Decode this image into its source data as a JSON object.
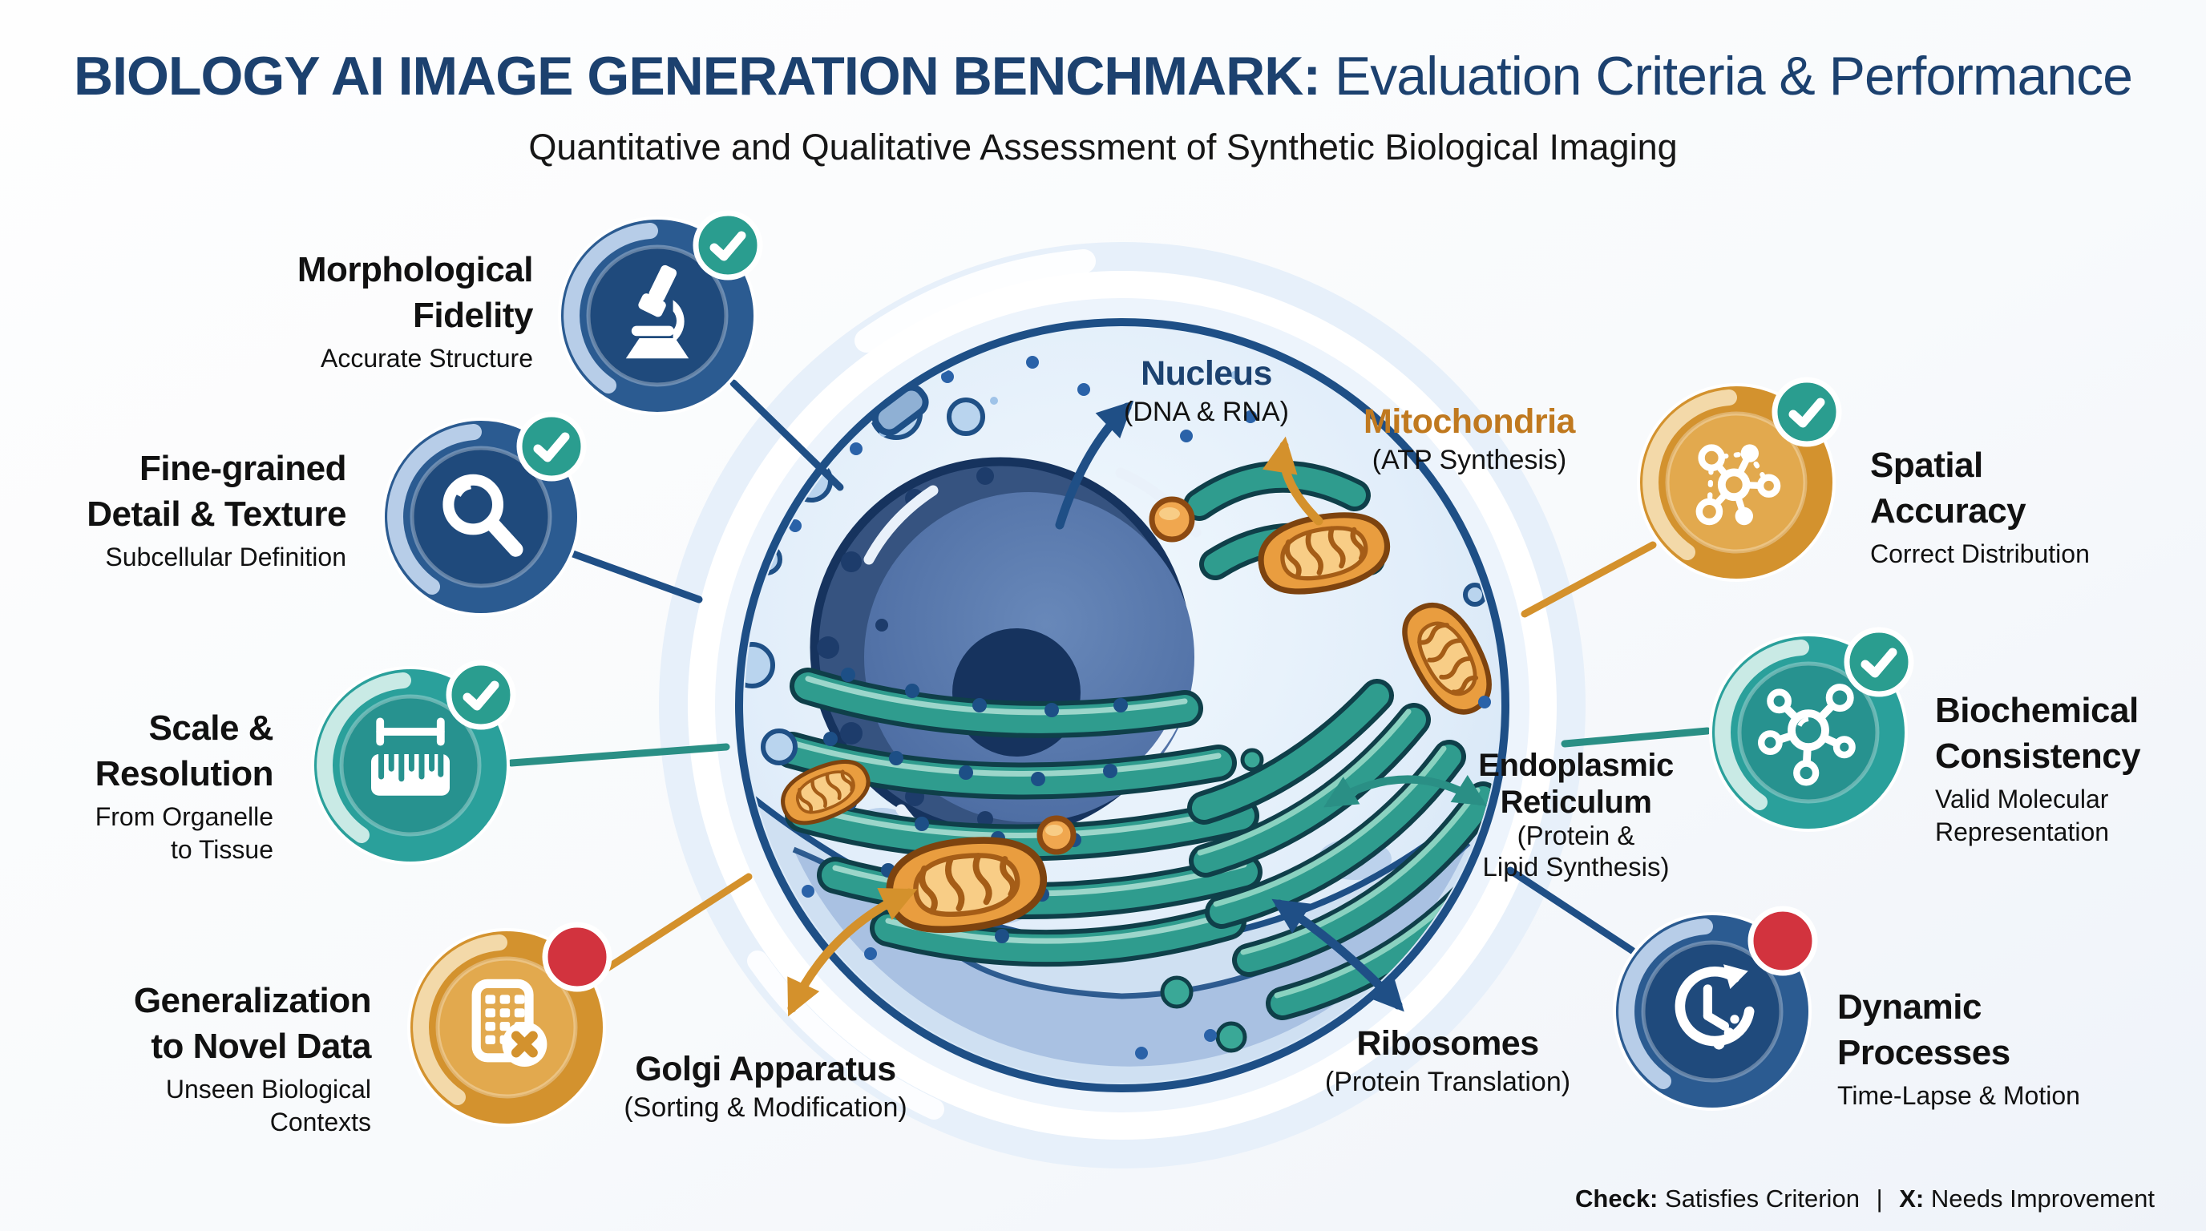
{
  "title": {
    "emphasis": "BIOLOGY AI IMAGE GENERATION BENCHMARK:",
    "rest": "Evaluation Criteria & Performance"
  },
  "subtitle": "Quantitative and Qualitative Assessment of Synthetic Biological Imaging",
  "criteria": [
    {
      "id": "morphological-fidelity",
      "title_lines": [
        "Morphological",
        "Fidelity"
      ],
      "subtitle_lines": [
        "Accurate Structure"
      ],
      "status": "pass",
      "icon": "microscope-icon",
      "badge_color": "navy"
    },
    {
      "id": "fine-grained-detail-texture",
      "title_lines": [
        "Fine-grained",
        "Detail & Texture"
      ],
      "subtitle_lines": [
        "Subcellular Definition"
      ],
      "status": "pass",
      "icon": "magnifier-icon",
      "badge_color": "navy"
    },
    {
      "id": "scale-resolution",
      "title_lines": [
        "Scale &",
        "Resolution"
      ],
      "subtitle_lines": [
        "From Organelle",
        "to Tissue"
      ],
      "status": "pass",
      "icon": "ruler-icon",
      "badge_color": "teal"
    },
    {
      "id": "generalization-to-novel-data",
      "title_lines": [
        "Generalization",
        "to Novel Data"
      ],
      "subtitle_lines": [
        "Unseen Biological",
        "Contexts"
      ],
      "status": "fail",
      "icon": "data-grid-icon",
      "badge_color": "orange"
    },
    {
      "id": "spatial-accuracy",
      "title_lines": [
        "Spatial",
        "Accuracy"
      ],
      "subtitle_lines": [
        "Correct Distribution"
      ],
      "status": "pass",
      "icon": "network-icon",
      "badge_color": "orange"
    },
    {
      "id": "biochemical-consistency",
      "title_lines": [
        "Biochemical",
        "Consistency"
      ],
      "subtitle_lines": [
        "Valid Molecular",
        "Representation"
      ],
      "status": "pass",
      "icon": "molecule-icon",
      "badge_color": "teal"
    },
    {
      "id": "dynamic-processes",
      "title_lines": [
        "Dynamic",
        "Processes"
      ],
      "subtitle_lines": [
        "Time-Lapse & Motion"
      ],
      "status": "fail",
      "icon": "clock-icon",
      "badge_color": "navy"
    }
  ],
  "organelles": [
    {
      "id": "nucleus",
      "name_lines": [
        "Nucleus"
      ],
      "detail_lines": [
        "(DNA & RNA)"
      ],
      "label_color": "#1c4270"
    },
    {
      "id": "mitochondria",
      "name_lines": [
        "Mitochondria"
      ],
      "detail_lines": [
        "(ATP Synthesis)"
      ],
      "label_color": "#c0791f"
    },
    {
      "id": "endoplasmic-reticulum",
      "name_lines": [
        "Endoplasmic",
        "Reticulum"
      ],
      "detail_lines": [
        "(Protein &",
        "Lipid Synthesis)"
      ],
      "label_color": "#121212"
    },
    {
      "id": "ribosomes",
      "name_lines": [
        "Ribosomes"
      ],
      "detail_lines": [
        "(Protein Translation)"
      ],
      "label_color": "#121212"
    },
    {
      "id": "golgi-apparatus",
      "name_lines": [
        "Golgi Apparatus"
      ],
      "detail_lines": [
        "(Sorting & Modification)"
      ],
      "label_color": "#121212"
    }
  ],
  "legend": {
    "check_term": "Check:",
    "check_desc": "Satisfies Criterion",
    "separator": "|",
    "x_term": "X:",
    "x_desc": "Needs Improvement"
  },
  "colors": {
    "title_navy": "#1c416f",
    "check_green": "#2a9d8f",
    "x_red": "#d2333e",
    "badge_navy": "#2b5b91",
    "badge_teal": "#2aa09b",
    "badge_orange": "#d3922e",
    "connector_navy": "#1f4f86",
    "connector_teal": "#2a8f85",
    "connector_orange": "#d4912c",
    "nucleus_label_navy": "#1c4270",
    "mitochondria_label_orange": "#c0791f",
    "cell_membrane_navy": "#1e4f86",
    "er_golgi_teal": "#2f9c8e",
    "mitochondrion_orange": "#e99d3f"
  }
}
